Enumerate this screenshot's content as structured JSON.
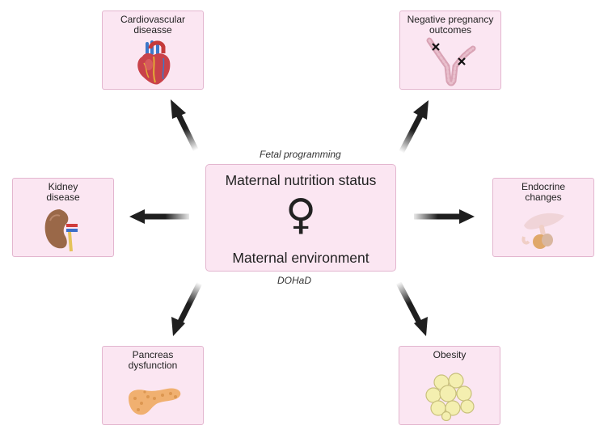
{
  "center": {
    "top_text": "Maternal nutrition status",
    "bottom_text": "Maternal environment",
    "symbol": "♀",
    "above_label": "Fetal programming",
    "below_label": "DOHaD"
  },
  "outcomes": {
    "cardio": {
      "label": "Cardiovascular\ndiseasse",
      "icon": "heart-icon"
    },
    "pregnancy": {
      "label": "Negative pregnancy\noutcomes",
      "icon": "uterus-icon"
    },
    "kidney": {
      "label": "Kidney\ndisease",
      "icon": "kidney-icon"
    },
    "endocrine": {
      "label": "Endocrine\nchanges",
      "icon": "pituitary-icon"
    },
    "pancreas": {
      "label": "Pancreas\ndysfunction",
      "icon": "pancreas-icon"
    },
    "obesity": {
      "label": "Obesity",
      "icon": "fat-cells-icon"
    }
  },
  "colors": {
    "box_fill": "#fbe6f2",
    "box_border": "#e3b6cf",
    "arrow": "#1f1f1f"
  }
}
